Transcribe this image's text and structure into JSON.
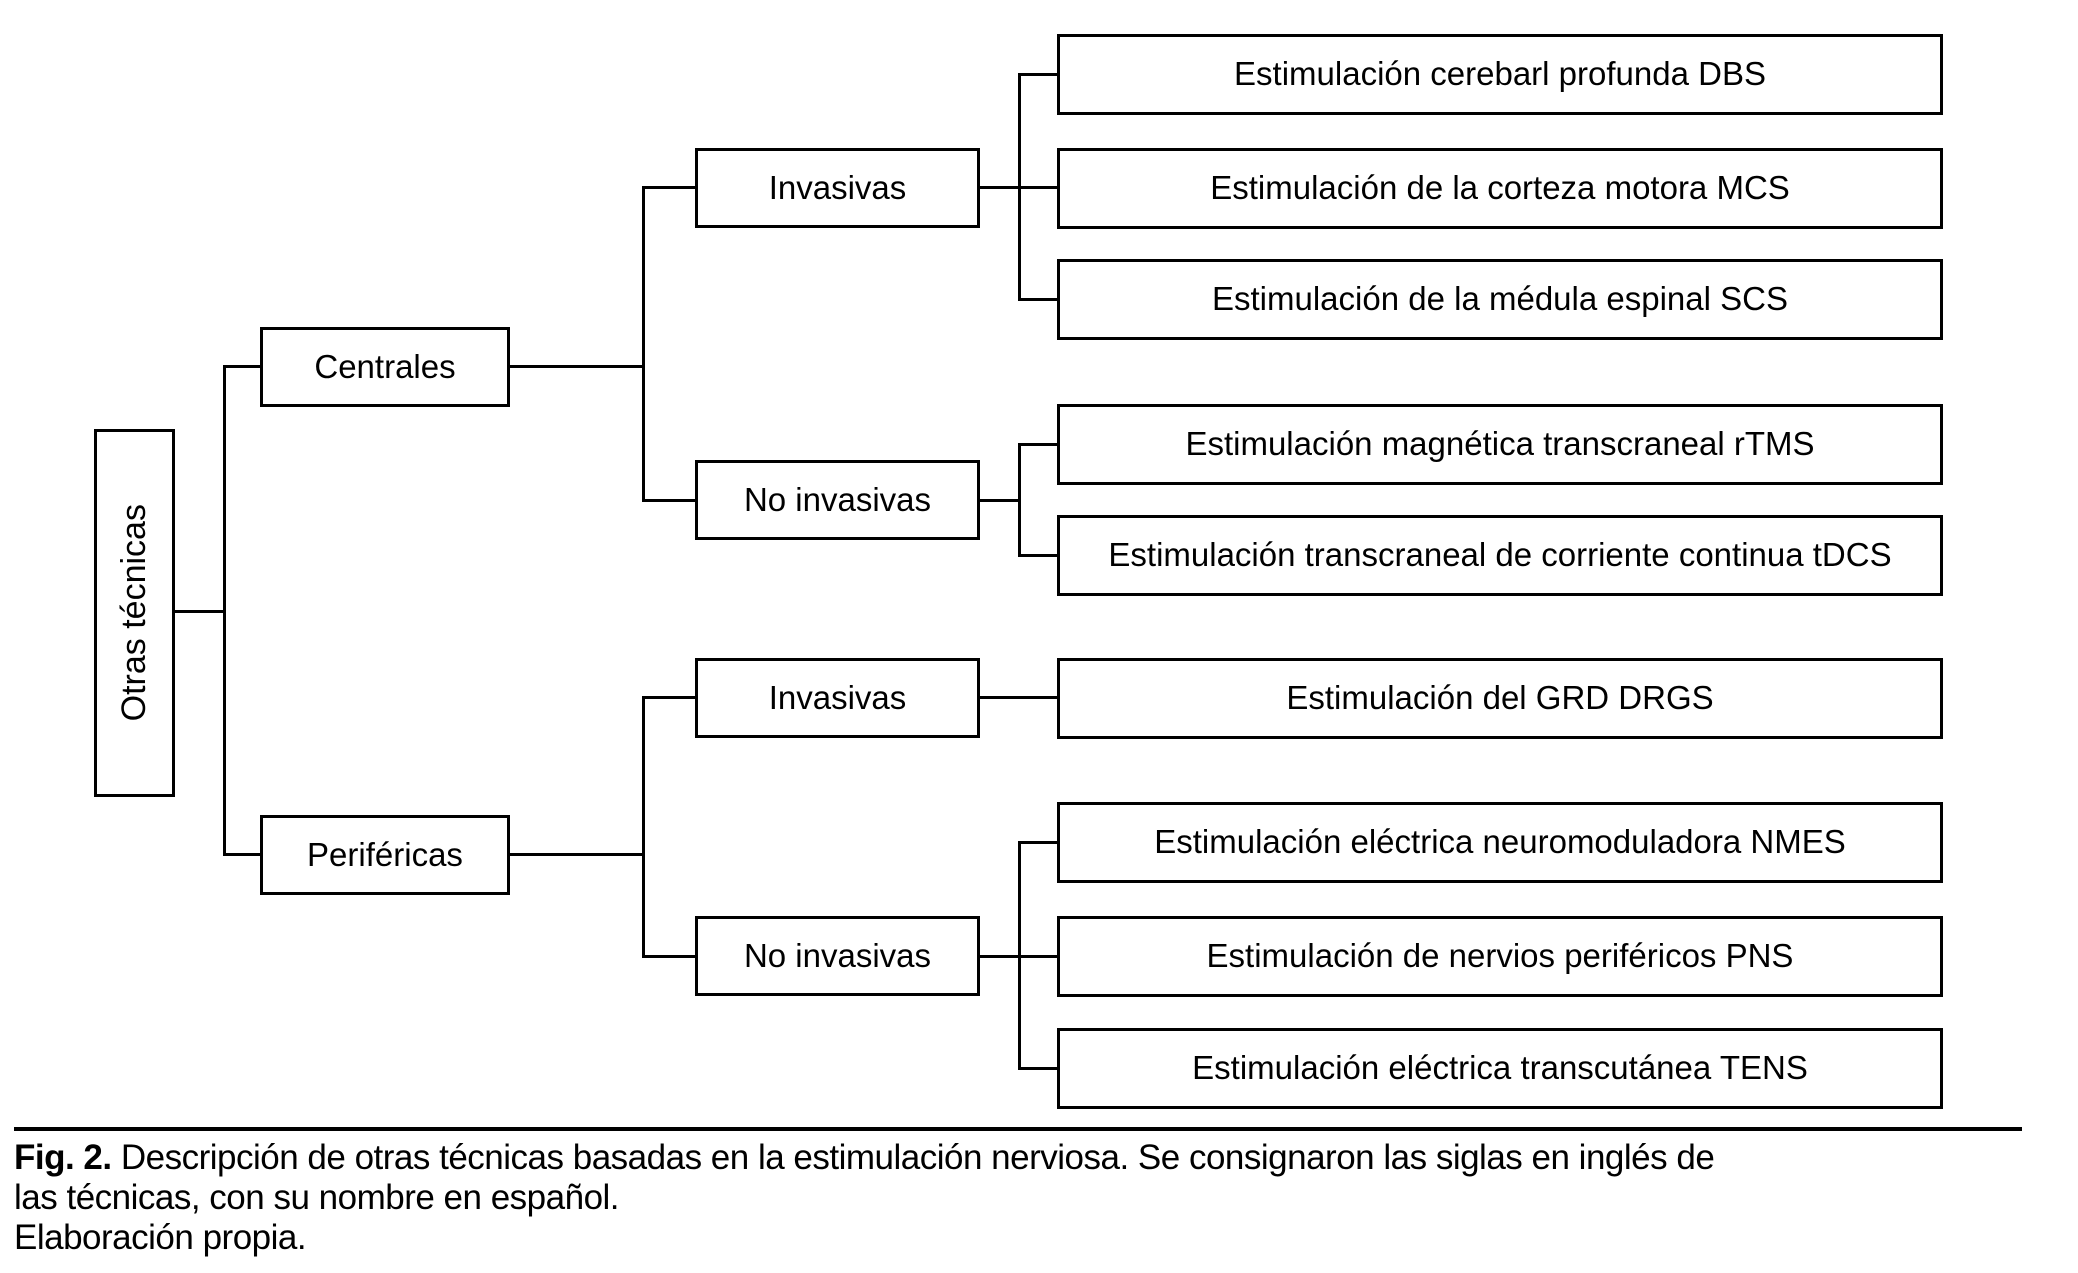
{
  "diagram": {
    "root": {
      "label": "Otras técnicas"
    },
    "branches": [
      {
        "label": "Centrales",
        "children": [
          {
            "label": "Invasivas",
            "leaves": [
              "Estimulación cerebarl profunda DBS",
              "Estimulación de la corteza motora MCS",
              "Estimulación de la médula espinal SCS"
            ]
          },
          {
            "label": "No invasivas",
            "leaves": [
              "Estimulación magnética transcraneal rTMS",
              "Estimulación transcraneal de corriente continua tDCS"
            ]
          }
        ]
      },
      {
        "label": "Periféricas",
        "children": [
          {
            "label": "Invasivas",
            "leaves": [
              "Estimulación del GRD DRGS"
            ]
          },
          {
            "label": "No invasivas",
            "leaves": [
              "Estimulación eléctrica neuromoduladora NMES",
              "Estimulación de nervios periféricos PNS",
              "Estimulación eléctrica transcutánea TENS"
            ]
          }
        ]
      }
    ]
  },
  "caption": {
    "figure_label": "Fig. 2.",
    "text_line1": "Descripción de otras técnicas basadas en la estimulación nerviosa. Se consignaron las siglas en inglés de",
    "text_line2": "las técnicas, con su nombre en español.",
    "source": "Elaboración propia."
  },
  "colors": {
    "line": "#000000",
    "box_fill": "#ffffff",
    "background": "#ffffff"
  }
}
